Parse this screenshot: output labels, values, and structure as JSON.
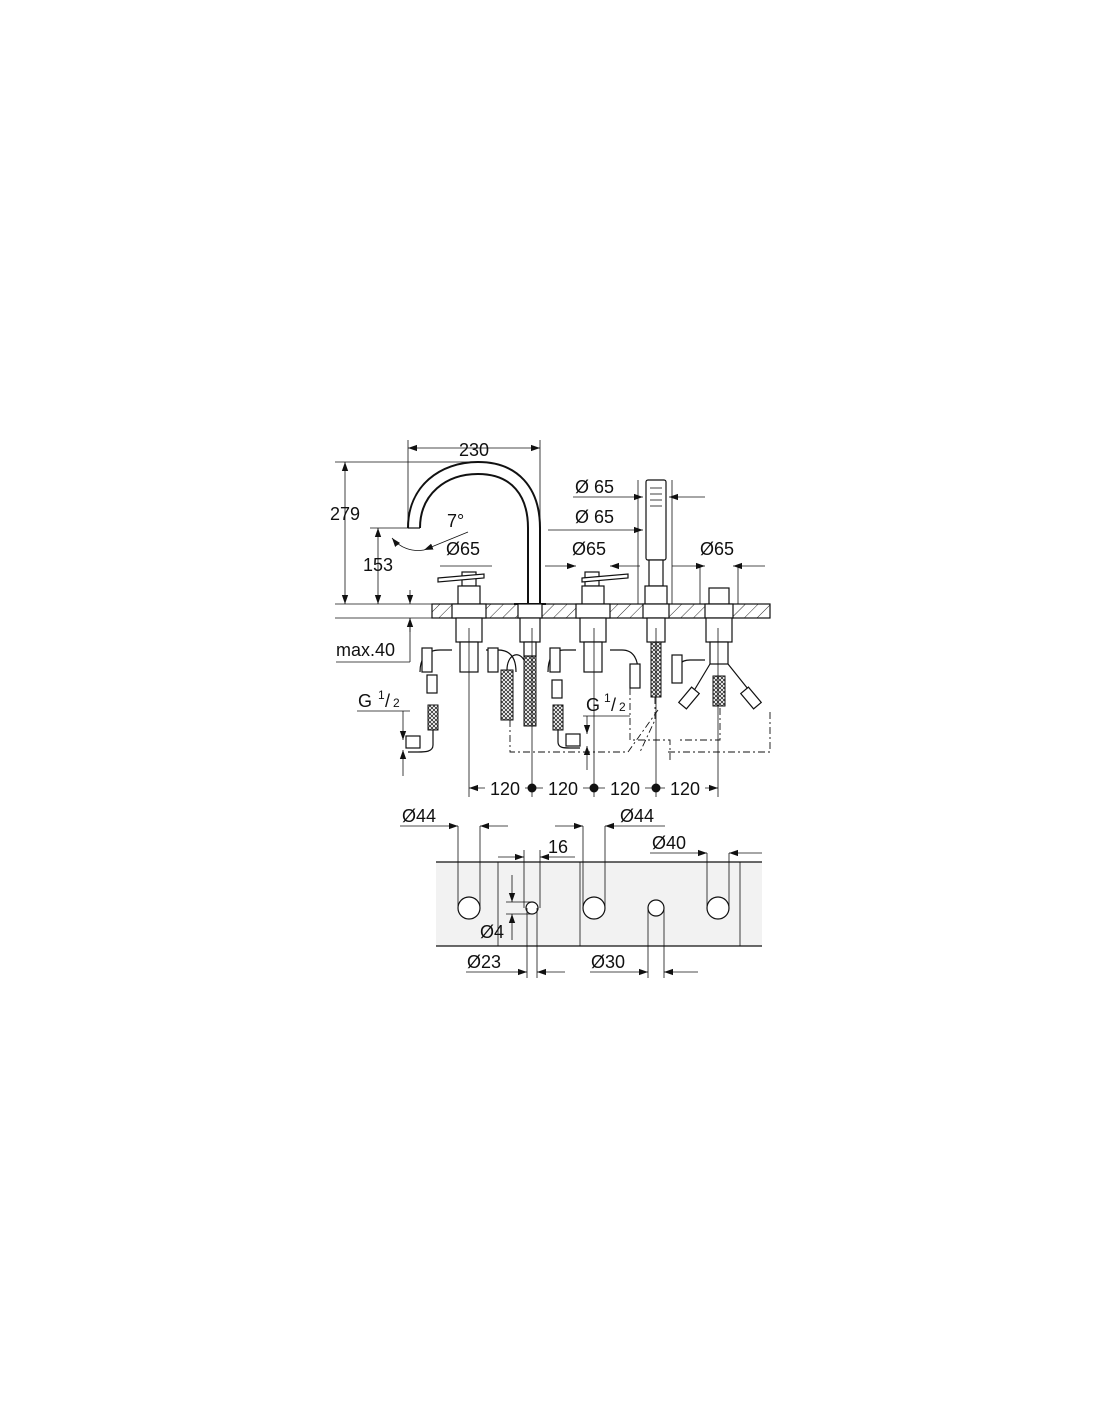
{
  "colors": {
    "line": "#111111",
    "background": "#ffffff",
    "deck": "#f2f2f2"
  },
  "dimensions": {
    "width_230": "230",
    "height_279": "279",
    "height_153": "153",
    "angle_7": "7°",
    "dia_65_shower_top": "Ø 65",
    "dia_65_shower_mid": "Ø 65",
    "dia_65_left_handle": "Ø65",
    "dia_65_right_handle": "Ø65",
    "dia_65_diverter": "Ø65",
    "max_40": "max.40",
    "thread_left_base": "G",
    "thread_left_num": "1",
    "thread_left_den": "2",
    "thread_right_base": "G",
    "thread_right_num": "1",
    "thread_right_den": "2",
    "spacing": [
      "120",
      "120",
      "120",
      "120"
    ],
    "hole_dia_44_left": "Ø44",
    "hole_dia_44_mid": "Ø44",
    "hole_dia_40": "Ø40",
    "gap_16": "16",
    "hole_dia_4": "Ø4",
    "hole_dia_23": "Ø23",
    "hole_dia_30": "Ø30"
  }
}
